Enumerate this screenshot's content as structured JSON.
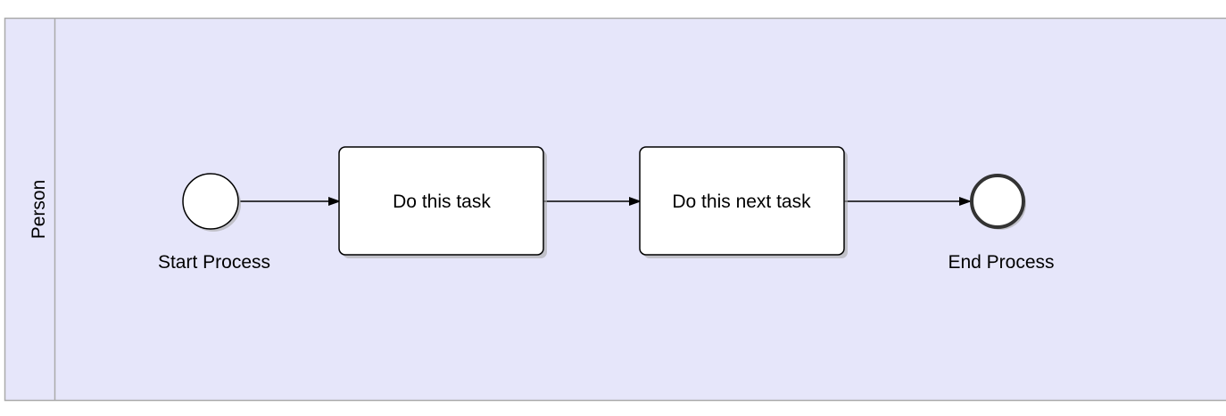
{
  "diagram": {
    "lane": {
      "label": "Person"
    },
    "start_event": {
      "label": "Start Process"
    },
    "tasks": [
      {
        "label": "Do this task"
      },
      {
        "label": "Do this next task"
      }
    ],
    "end_event": {
      "label": "End Process"
    },
    "flows": [
      {
        "from": "Start Process",
        "to": "Do this task"
      },
      {
        "from": "Do this task",
        "to": "Do this next task"
      },
      {
        "from": "Do this next task",
        "to": "End Process"
      }
    ],
    "colors": {
      "lane_fill": "#e6e6fa",
      "lane_stroke": "#aaaaaa",
      "node_fill": "#ffffff",
      "stroke": "#000000",
      "shadow": "#a8a8a8"
    }
  }
}
